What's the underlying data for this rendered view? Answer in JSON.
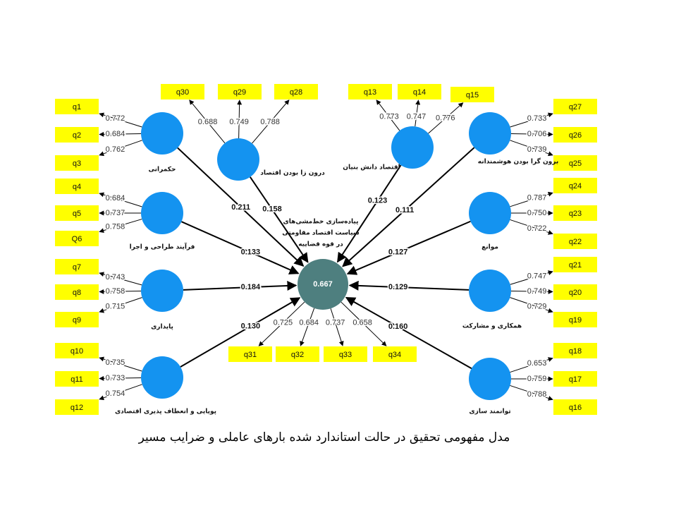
{
  "caption": "مدل مفهومی تحقیق در حالت استاندارد شده بارهای عاملی و ضرایب مسیر",
  "colors": {
    "construct": "#1493f0",
    "endogenous": "#4e7f7f",
    "indicator": "#ffff00",
    "line": "#000000"
  },
  "endogenous": {
    "label_lines": [
      "پیاده‌سازی خط‌مشی‌های",
      "سیاست اقتصاد مقاومتی",
      "در قوه قضاییه"
    ],
    "r2": "0.667",
    "items": [
      "q31",
      "q32",
      "q33",
      "q34"
    ],
    "loadings": [
      "0.725",
      "0.684",
      "0.737",
      "0.658"
    ]
  },
  "constructs": [
    {
      "name": "حکمرانی",
      "items": [
        "q1",
        "q2",
        "q3"
      ],
      "loadings": [
        "0.772",
        "0.684",
        "0.762"
      ],
      "path": "0.211"
    },
    {
      "name": "فرآیند طراحی و اجرا",
      "items": [
        "q4",
        "q5",
        "Q6"
      ],
      "loadings": [
        "0.684",
        "0.737",
        "0.758"
      ],
      "path": "0.133"
    },
    {
      "name": "پایداری",
      "items": [
        "q7",
        "q8",
        "q9"
      ],
      "loadings": [
        "0.743",
        "0.758",
        "0.715"
      ],
      "path": "0.184"
    },
    {
      "name": "پویایی و انعطاف پذیری اقتصادی",
      "items": [
        "q10",
        "q11",
        "q12"
      ],
      "loadings": [
        "0.735",
        "0.733",
        "0.754"
      ],
      "path": "0.130"
    },
    {
      "name": "درون زا بودن اقتصاد",
      "items": [
        "q30",
        "q29",
        "q28"
      ],
      "loadings": [
        "0.688",
        "0.749",
        "0.788"
      ],
      "path": "0.158"
    },
    {
      "name": "اقتصاد دانش بنیان",
      "items": [
        "q13",
        "q14",
        "q15"
      ],
      "loadings": [
        "0.773",
        "0.747",
        "0.776"
      ],
      "path": "0.123"
    },
    {
      "name": "برون گرا بودن هوشمندانه",
      "items": [
        "q27",
        "q26",
        "q25"
      ],
      "loadings": [
        "0.733",
        "0.706",
        "0.739"
      ],
      "path": "0.111"
    },
    {
      "name": "موانع",
      "items": [
        "q24",
        "q23",
        "q22"
      ],
      "loadings": [
        "0.787",
        "0.750",
        "0.722"
      ],
      "path": "0.127"
    },
    {
      "name": "همکاری و مشارکت",
      "items": [
        "q21",
        "q20",
        "q19"
      ],
      "loadings": [
        "0.747",
        "0.749",
        "0.729"
      ],
      "path": "0.129"
    },
    {
      "name": "توانمند سازی",
      "items": [
        "q18",
        "q17",
        "q16"
      ],
      "loadings": [
        "0.653",
        "0.759",
        "0.788"
      ],
      "path": "0.160"
    }
  ]
}
